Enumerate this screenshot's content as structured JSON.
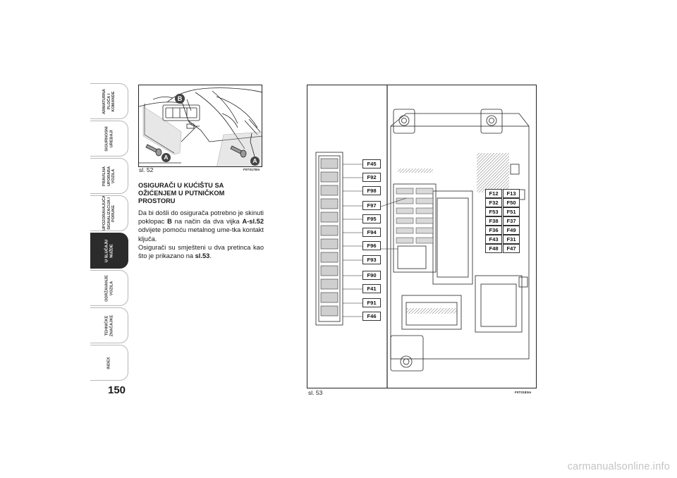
{
  "tabs": [
    {
      "label": "ARMATURNA\nPLOČA I\nKOMANDE",
      "active": false
    },
    {
      "label": "SIGURNOSNI\nUREĐAJI",
      "active": false
    },
    {
      "label": "PRAVILNA\nUPORABA\nVOZILA",
      "active": false
    },
    {
      "label": "UPOZORAVAJUĆA\nSIGNALIZACIJA I\nPORUKE",
      "active": false
    },
    {
      "label": "U SLUČAJU\nNUŽDE",
      "active": true
    },
    {
      "label": "ODRŽAVANJE\nVOZILA",
      "active": false
    },
    {
      "label": "TEHNIČKE\nZNAČAJKE",
      "active": false
    },
    {
      "label": "INDEX",
      "active": false
    }
  ],
  "page_number": "150",
  "figure52": {
    "caption": "sl. 52",
    "code": "F0T0178m",
    "callouts": {
      "b": "B",
      "a": "A"
    }
  },
  "section": {
    "heading": "OSIGURAČI U KUĆIŠTU SA\nOŽIĆENJEM U PUTNIČKOM\nPROSTORU",
    "p1": {
      "t1": "Da bi došli do osigurača potrebno je skinuti poklopac ",
      "b1": "B",
      "t2": " na način da dva vijka ",
      "b2": "A-sl.52",
      "t3": " odvijete pomoću metalnog ume-tka kontakt ključa."
    },
    "p2": {
      "t1": "Osigurači su smješteni u dva pretinca kao što je prikazano na ",
      "b1": "sl.53",
      "t2": "."
    }
  },
  "figure53": {
    "caption": "sl. 53",
    "code": "F0T0183m",
    "left_fuses": [
      "F45",
      "F92",
      "F98",
      "F97",
      "F95",
      "F94",
      "F96",
      "F93",
      "F90",
      "F41",
      "F91",
      "F46"
    ],
    "grid_fuses": [
      [
        "F12",
        "F13"
      ],
      [
        "F32",
        "F50"
      ],
      [
        "F53",
        "F51"
      ],
      [
        "F38",
        "F37"
      ],
      [
        "F36",
        "F49"
      ],
      [
        "F43",
        "F31"
      ],
      [
        "F48",
        "F47"
      ]
    ]
  },
  "watermark": "carmanualsonline.info",
  "colors": {
    "active_tab": "#2b2b2b",
    "tab_border": "#b8b8b8",
    "watermark": "#c4c4c4"
  }
}
